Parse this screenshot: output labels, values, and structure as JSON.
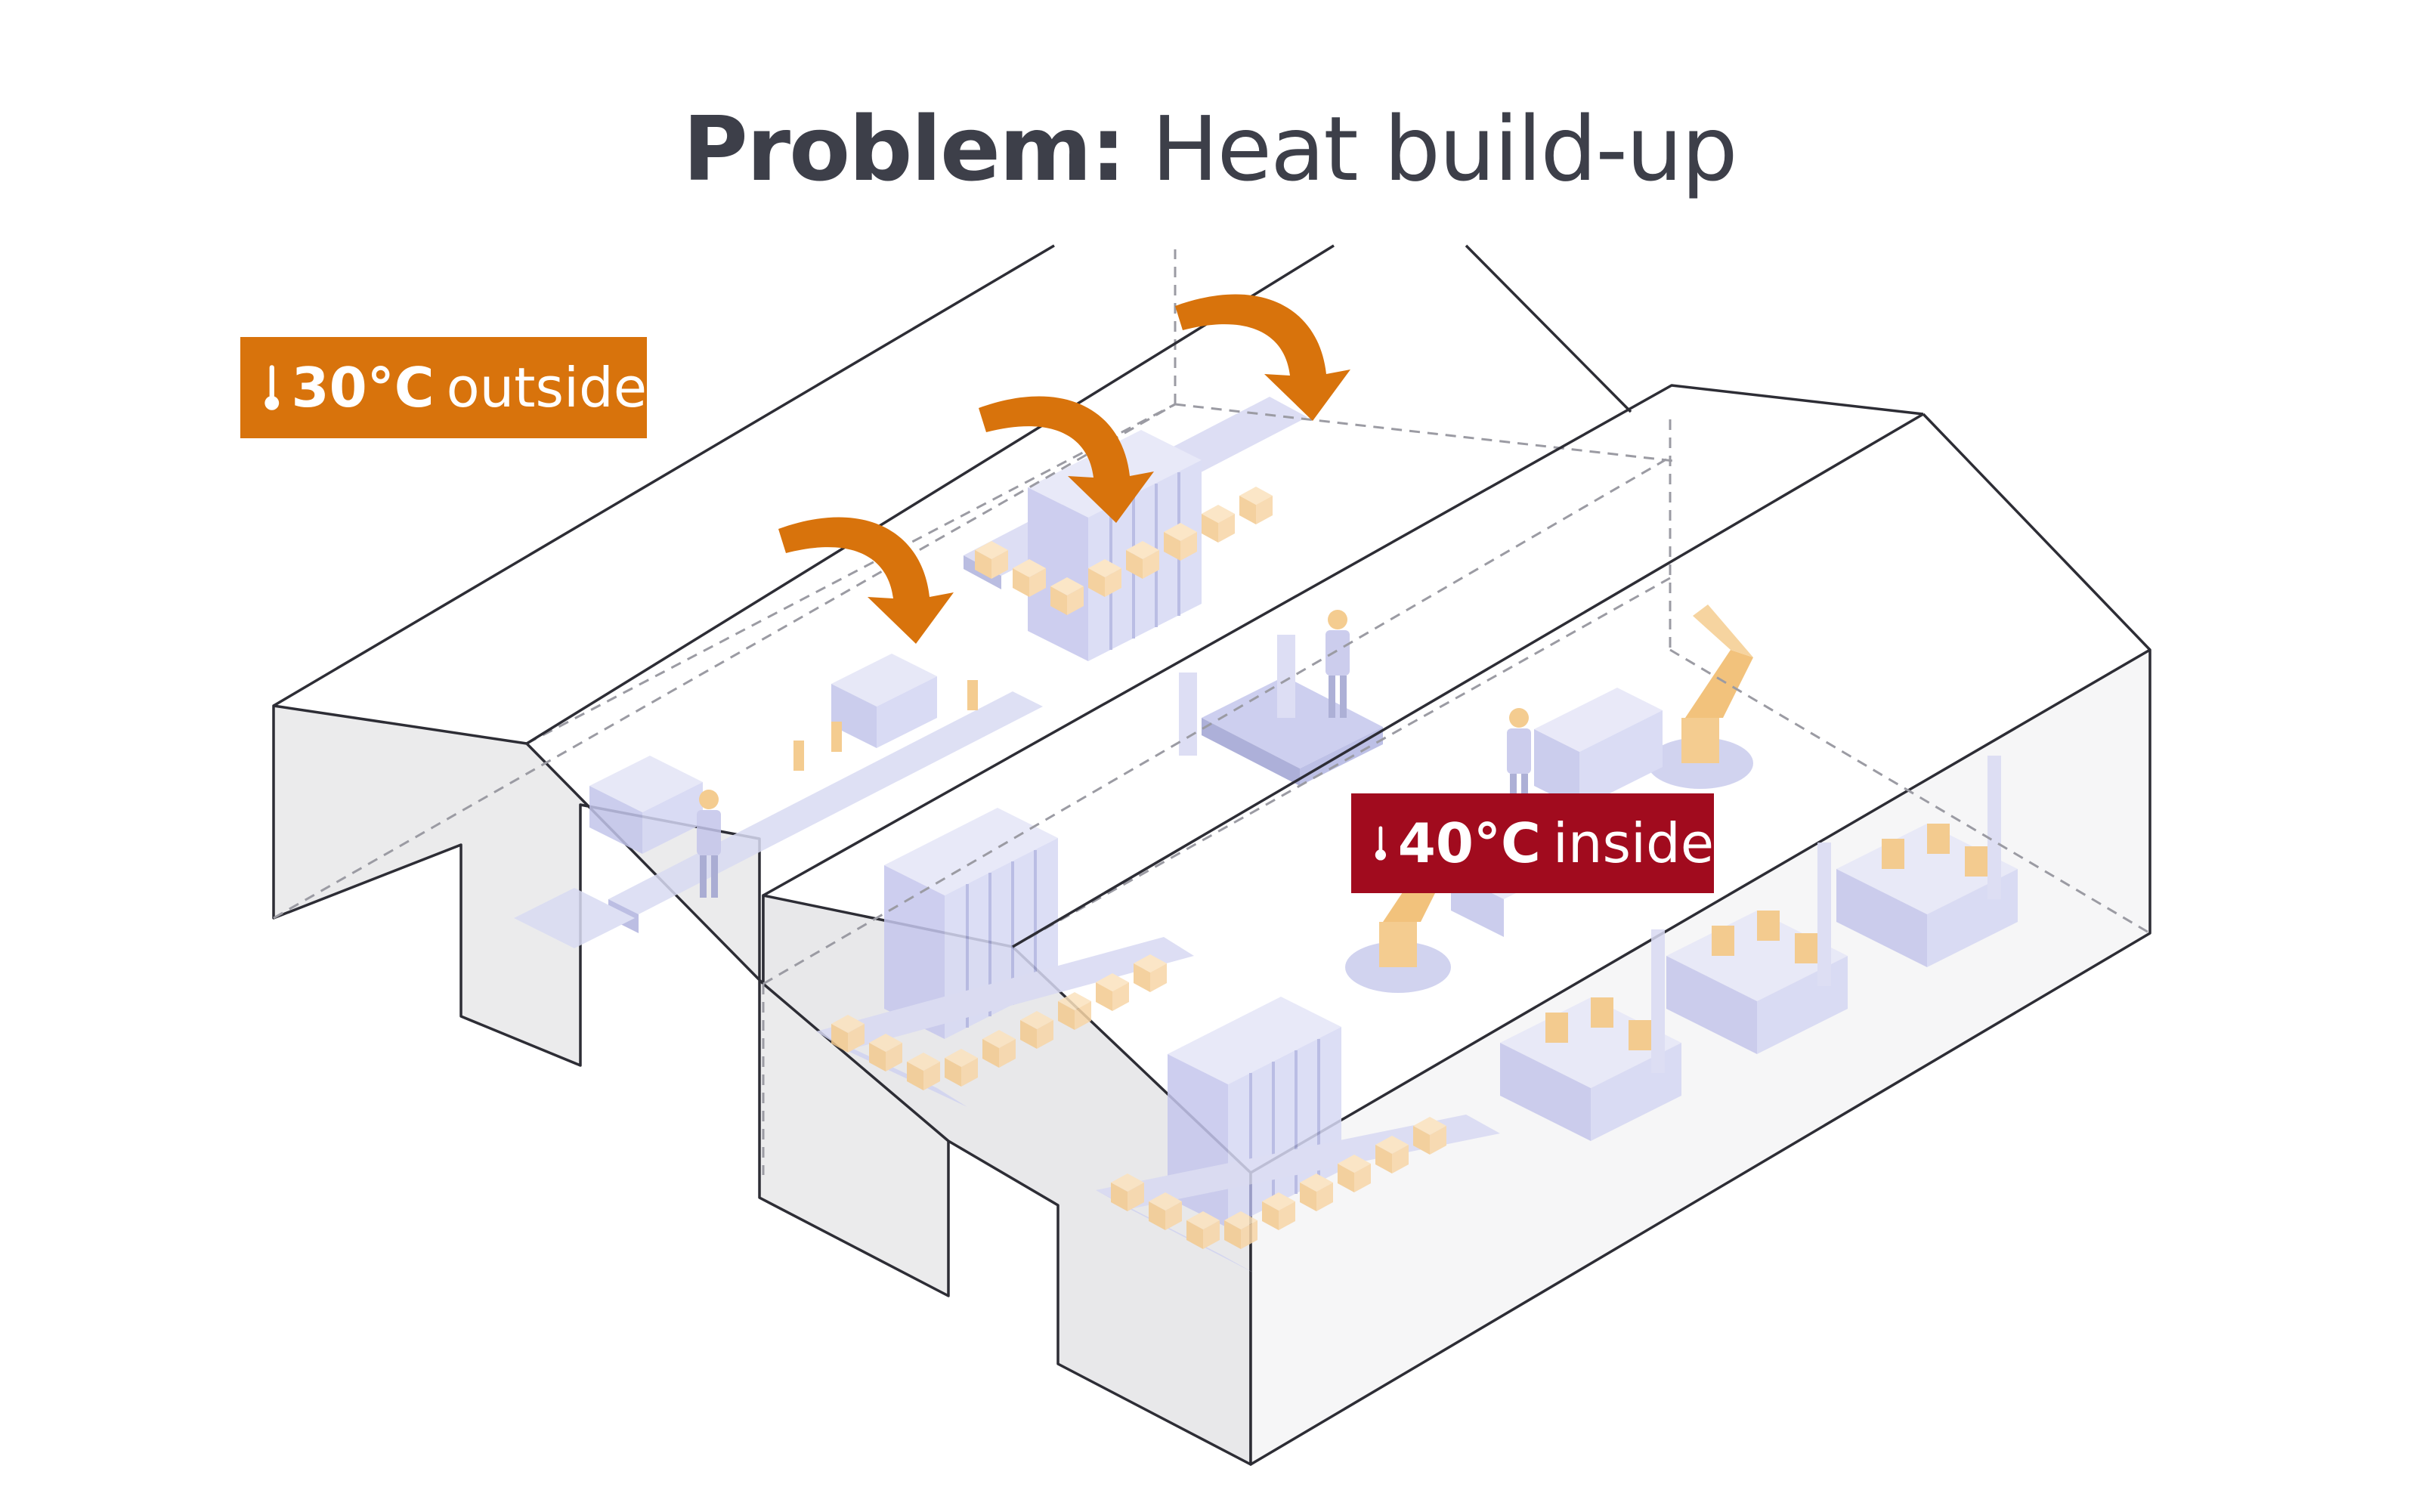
{
  "title": {
    "bold": "Problem:",
    "rest": "Heat build-up"
  },
  "outside_badge": {
    "temperature": "30°C",
    "label": "outside",
    "icon": "thermometer-icon"
  },
  "inside_badge": {
    "temperature": "40°C",
    "label": "inside",
    "icon": "thermometer-icon"
  },
  "colors": {
    "title_text": "#3d3f49",
    "outside_badge": "#d8730c",
    "inside_badge": "#a10b1e",
    "heat_arrow": "#d8730c",
    "building_outline": "#2d2d35",
    "wall_fill": "#ebebec",
    "equipment": "#c7c9ef",
    "boxes": "#f7d3a0",
    "robot": "#f2c37c"
  }
}
